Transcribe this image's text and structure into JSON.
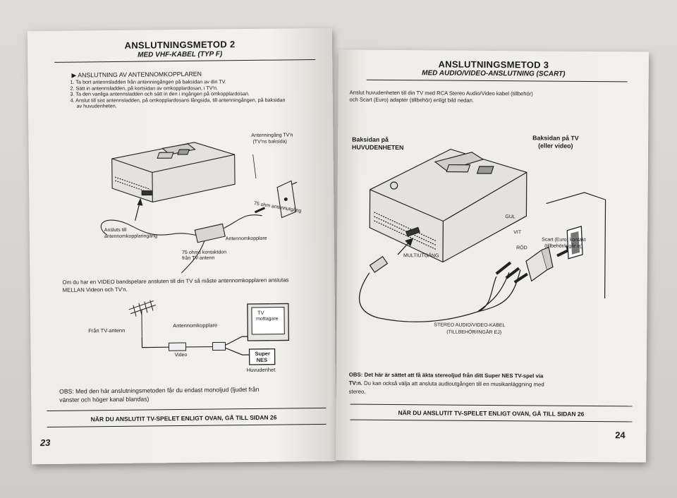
{
  "left": {
    "title": "ANSLUTNINGSMETOD 2",
    "subtitle": "MED VHF-KABEL (TYP F)",
    "section_heading": "▶ ANSLUTNING AV ANTENNOMKOPPLAREN",
    "steps": [
      "1. Ta bort antennsladden från antenningången på baksidan av din TV.",
      "2. Sätt in antennsladden, på kortsidan av omkopplardosan, i TV'n.",
      "3. Ta den vanliga antennsladden och sätt in den i ingången på omkopplardosan.",
      "4. Anslut till sist antennsladden, på omkopplardosans långsida, till antenningången, på baksidan",
      "av huvudenheten."
    ],
    "diagram1": {
      "label_antenningang": "Antenningång TV'n",
      "label_tv_baksida": "(TV'ns baksida)",
      "label_75ohm_ant": "75 ohm antennutgång",
      "label_ansluts": "Ansluts till",
      "label_antennomkopplaringang": "antennomkopplaringång",
      "label_antennomkopplare": "Antennomkopplare",
      "label_75ohms_kontakt": "75 ohms kontaktdon",
      "label_fran_tv_antenn": "från TV-antenn"
    },
    "video_note_1": "Om du har en VIDEO bandspelare ansluten till din TV så måste antennomkopplaren anslutas",
    "video_note_2": "MELLAN Videon och TV'n.",
    "diagram2": {
      "label_fran_tv_antenn": "Från TV-antenn",
      "label_antennomkopplare": "Antennomkopplare",
      "label_video": "Video",
      "label_tv": "TV",
      "label_mottagare": "mottagare",
      "label_super": "Super",
      "label_nes": "NES",
      "label_huvudenhet": "Huvudenhet"
    },
    "obs_1": "OBS: Med den här anslutningsmetoden får du endast monoljud (ljudet från",
    "obs_2": "vänster och höger kanal blandas)",
    "footer": "NÄR DU ANSLUTIT TV-SPELET ENLIGT OVAN, GÅ TILL SIDAN 26",
    "page_number": "23"
  },
  "right": {
    "title": "ANSLUTNINGSMETOD 3",
    "subtitle": "MED AUDIO/VIDEO-ANSLUTNING (SCART)",
    "intro_1": "Anslut huvudenheten till din TV med RCA Stereo Audio/Video kabel (tillbehör)",
    "intro_2": "och Scart (Euro) adapter (tillbehör) enligt bild nedan.",
    "diagram": {
      "label_baksidan_pa": "Baksidan på",
      "label_huvudenheten": "HUVUDENHETEN",
      "label_baksidan_tv": "Baksidan på TV",
      "label_eller_video": "(eller video)",
      "label_gul": "GUL",
      "label_vit": "VIT",
      "label_rod": "RÖD",
      "label_scart": "Scart (Euro) kontakt",
      "label_tillbehor": "(tillbehör/ingår ej)",
      "label_multiutgang": "MULTIUTGÅNG",
      "label_stereo": "STEREO AUDIO/VIDEO-KABEL",
      "label_tillbehor2": "(TILLBEHÖR/INGÅR EJ)"
    },
    "obs_1": "OBS: Det här är sättet att få äkta stereoljud från ditt Super NES TV-spel via",
    "obs_2_bold": "TV:n.",
    "obs_2_rest": " Du kan också välja att ansluta audioutgången till en musikanläggning med",
    "obs_3": "stereo.",
    "footer": "NÄR DU ANSLUTIT TV-SPELET ENLIGT OVAN, GÅ TILL SIDAN 26",
    "page_number": "24"
  }
}
